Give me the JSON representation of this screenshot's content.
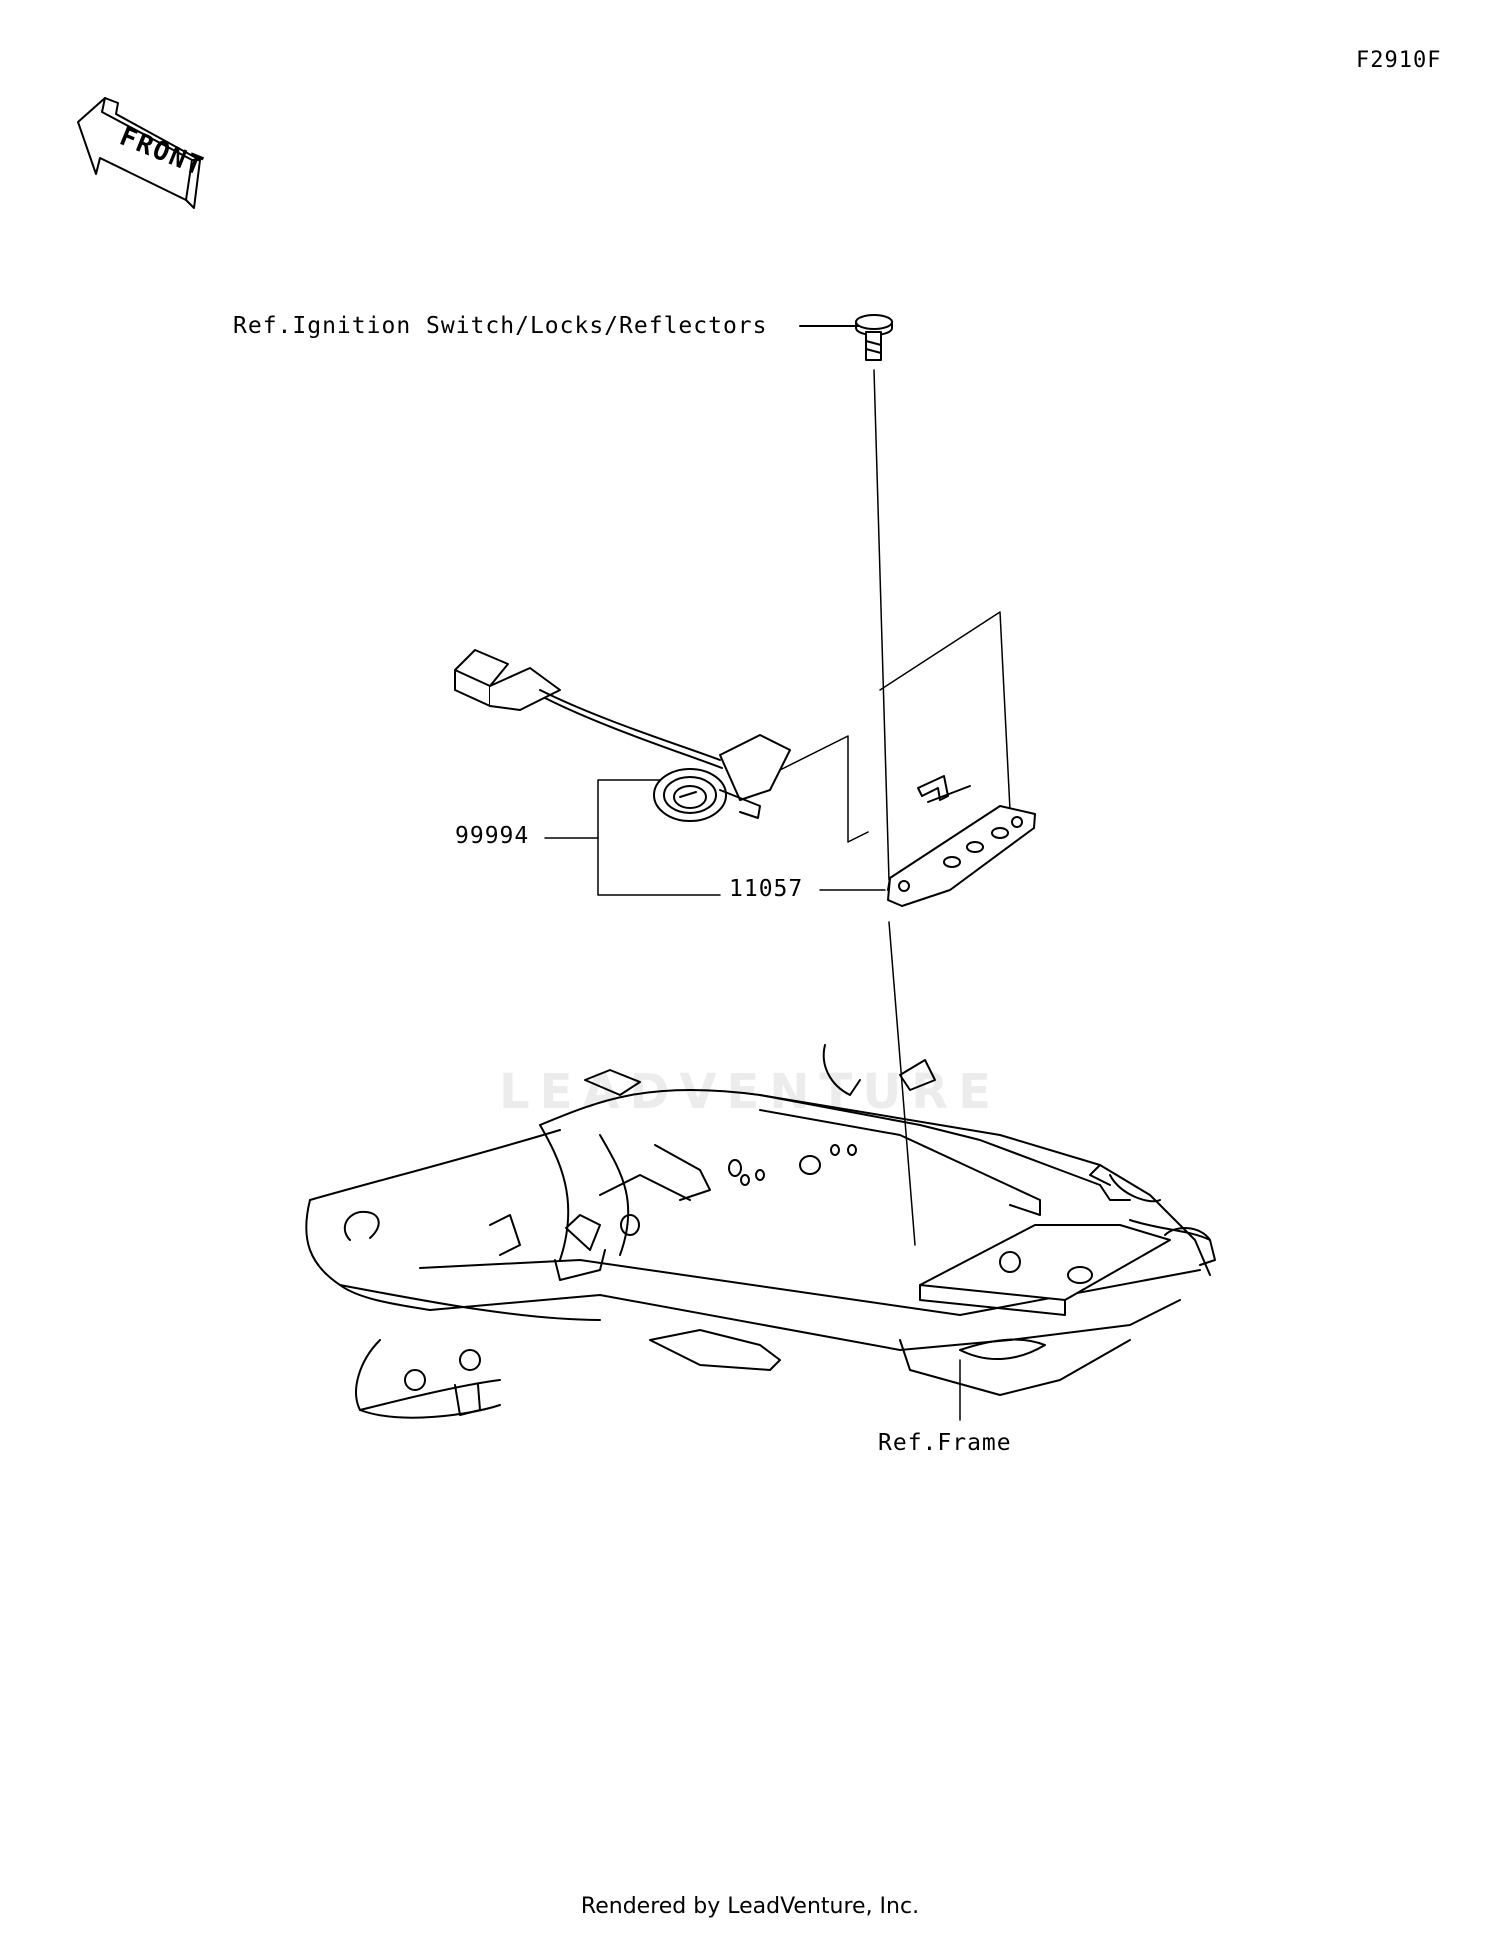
{
  "diagram_code": "F2910F",
  "front_arrow_label": "FRONT",
  "labels": {
    "ref_ignition": "Ref.Ignition Switch/Locks/Reflectors",
    "part_99994": "99994",
    "part_11057": "11057",
    "ref_frame": "Ref.Frame"
  },
  "watermark": "LEADVENTURE",
  "footer": "Rendered by LeadVenture, Inc."
}
